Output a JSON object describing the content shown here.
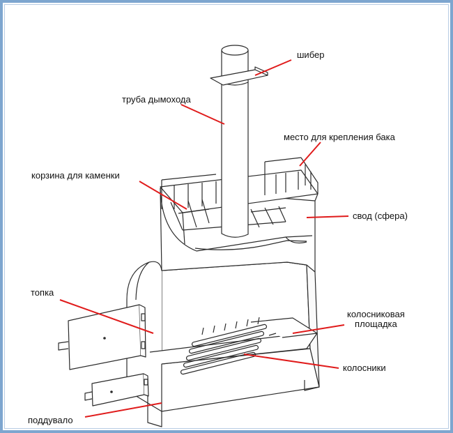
{
  "labels": {
    "shiber": "шибер",
    "truba": "труба дымохода",
    "mesto_baka": "место для крепления бака",
    "korzina": "корзина для каменки",
    "svod": "свод (сфера)",
    "topka": "топка",
    "ploshadka_line1": "колосниковая",
    "ploshadka_line2": "площадка",
    "kolosniki": "колосники",
    "poddduvalo": "поддувало"
  },
  "colors": {
    "leader": "#e01b1b",
    "drawing": "#2b2b2b",
    "frame": "#7ea6cf"
  }
}
